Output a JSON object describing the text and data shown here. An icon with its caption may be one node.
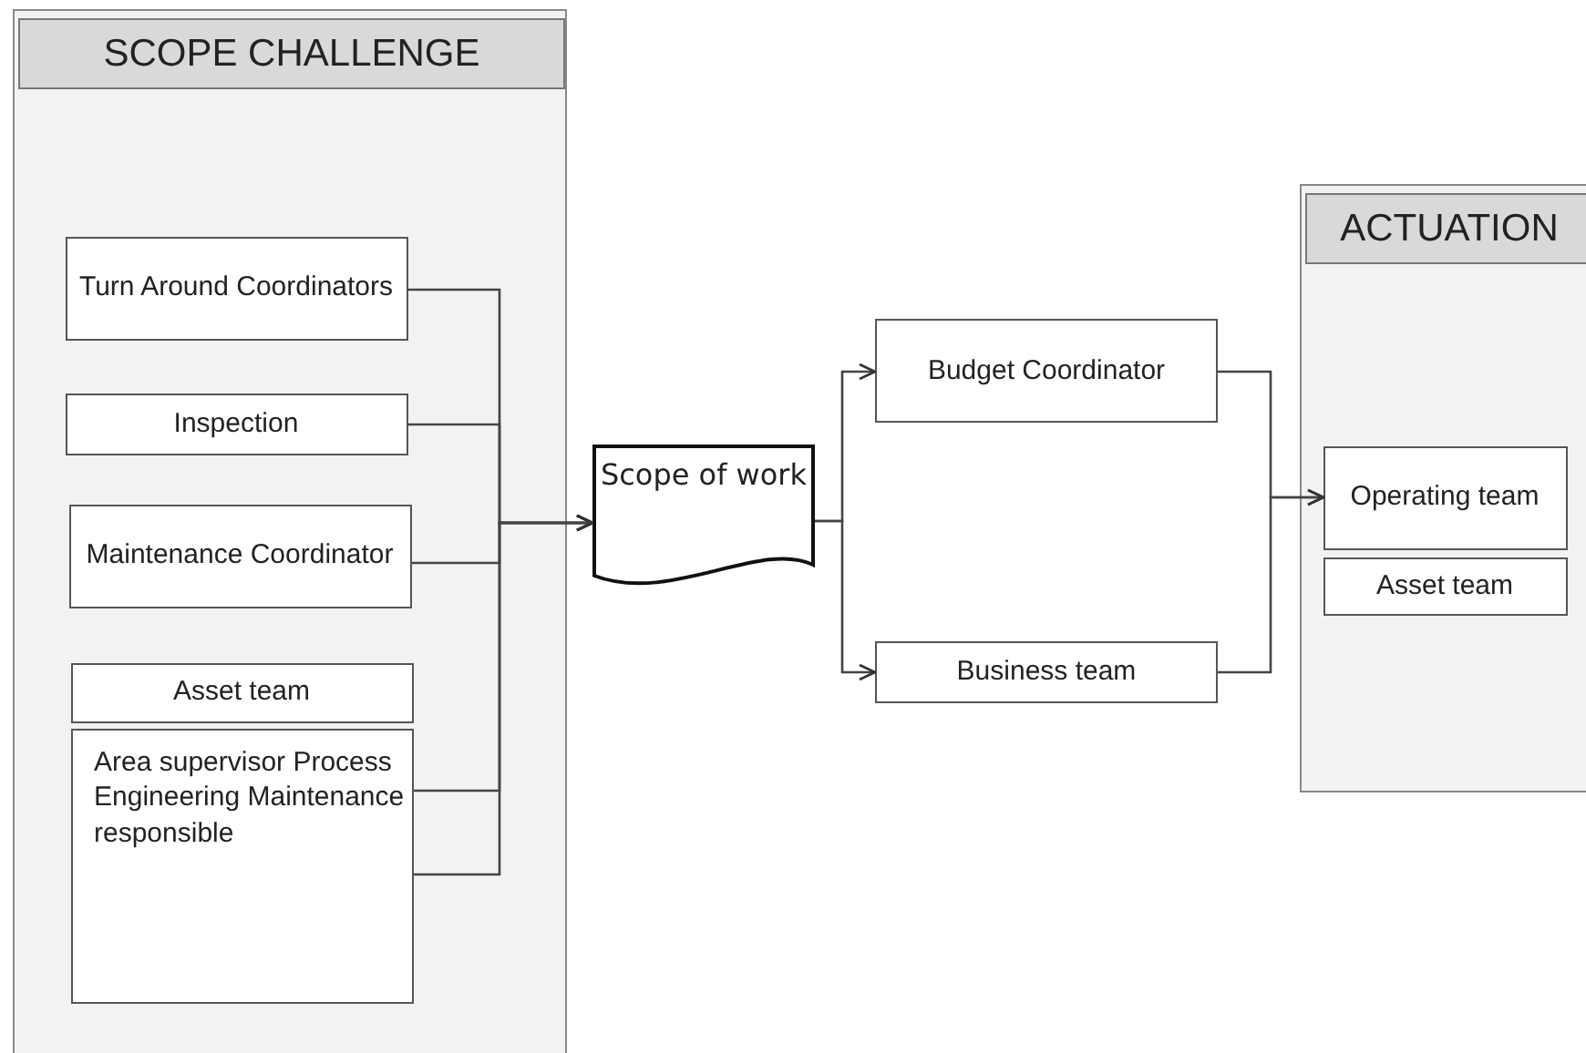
{
  "diagram": {
    "nodes": [
      {
        "text": [
          "SCOPE CHALLENGE"
        ]
      },
      {
        "text": [
          "Turn Around Coordinators"
        ],
        "in": 0
      },
      {
        "text": [
          "Inspection"
        ],
        "in": 0
      },
      {
        "text": [
          "Maintenance Coordinator"
        ],
        "in": 0
      },
      {
        "text": [
          "Asset team"
        ],
        "in": 0
      },
      {
        "text": [
          "Area supervisor Process Engineering Maintenance responsible"
        ],
        "in": 0
      },
      {
        "text": [
          "Scope of work"
        ]
      },
      {
        "text": [
          "Budget Coordinator"
        ]
      },
      {
        "text": [
          "Business team"
        ]
      },
      {
        "text": [
          "ACTUATION"
        ]
      },
      {
        "text": [
          "Operating team"
        ],
        "in": 9
      },
      {
        "text": [
          "Asset team"
        ],
        "in": 9
      }
    ],
    "edges": [
      {
        "from": 1,
        "to": 6,
        "arrow": "to"
      },
      {
        "from": 2,
        "to": 6,
        "arrow": "to"
      },
      {
        "from": 3,
        "to": 6,
        "arrow": "to"
      },
      {
        "from": 5,
        "to": 6,
        "arrow": "to"
      },
      {
        "from": 5,
        "to": 6,
        "arrow": "to"
      },
      {
        "from": 6,
        "to": 7,
        "arrow": "to"
      },
      {
        "from": 6,
        "to": 8,
        "arrow": "to"
      },
      {
        "from": 7,
        "to": 10,
        "arrow": "to"
      },
      {
        "from": 8,
        "to": 10,
        "arrow": "to"
      }
    ]
  }
}
